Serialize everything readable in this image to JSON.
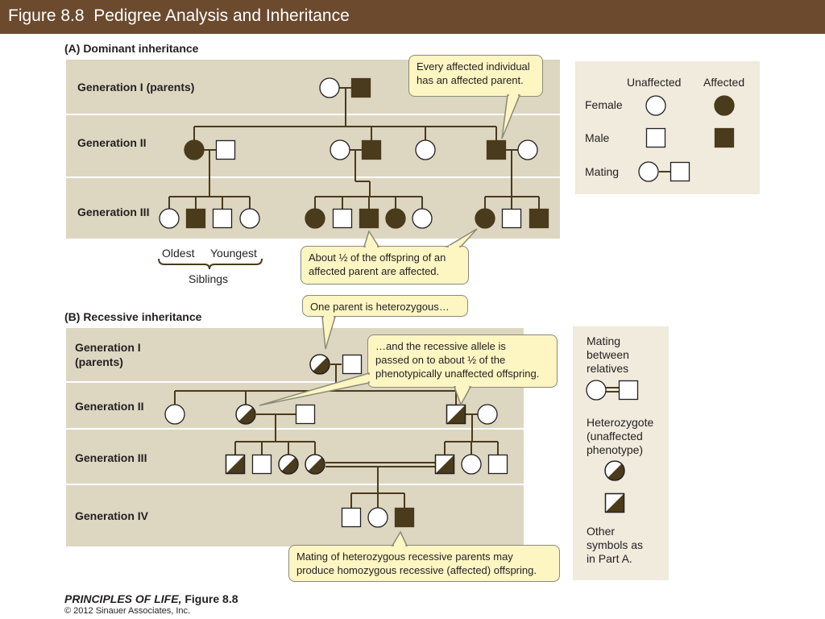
{
  "header": {
    "title": "Figure 8.8  Pedigree Analysis and Inheritance"
  },
  "part_a": {
    "heading": "(A)  Dominant inheritance",
    "generations": [
      "Generation I (parents)",
      "Generation II",
      "Generation III"
    ],
    "siblings": {
      "oldest": "Oldest",
      "youngest": "Youngest",
      "label": "Siblings"
    },
    "callout_top": [
      "Every affected individual",
      "has an affected parent."
    ],
    "callout_bottom": [
      "About ½ of the offspring of an",
      "affected parent are affected."
    ]
  },
  "legend_a": {
    "col_unaffected": "Unaffected",
    "col_affected": "Affected",
    "female": "Female",
    "male": "Male",
    "mating": "Mating"
  },
  "part_b": {
    "heading": "(B)  Recessive inheritance",
    "generations": [
      "Generation I",
      "(parents)",
      "Generation II",
      "Generation III",
      "Generation IV"
    ],
    "callout_het": "One parent is heterozygous…",
    "callout_allele": [
      "…and the recessive allele is",
      "passed on to about ½ of the",
      "phenotypically unaffected offspring."
    ],
    "callout_mating": [
      "Mating of heterozygous recessive parents may",
      "produce homozygous recessive (affected) offspring."
    ]
  },
  "legend_b": {
    "relatives": [
      "Mating",
      "between",
      "relatives"
    ],
    "heterozygote": [
      "Heterozygote",
      "(unaffected",
      "phenotype)"
    ],
    "other": [
      "Other",
      "symbols as",
      "in Part A."
    ]
  },
  "footer": {
    "book": "PRINCIPLES OF LIFE,",
    "figure": " Figure 8.8",
    "copyright": "© 2012 Sinauer Associates, Inc."
  },
  "colors": {
    "affected": "#4a3b1c",
    "band": "#ddd6c1",
    "callout": "#fdf5c2",
    "title_bar": "#6b4a2e"
  }
}
